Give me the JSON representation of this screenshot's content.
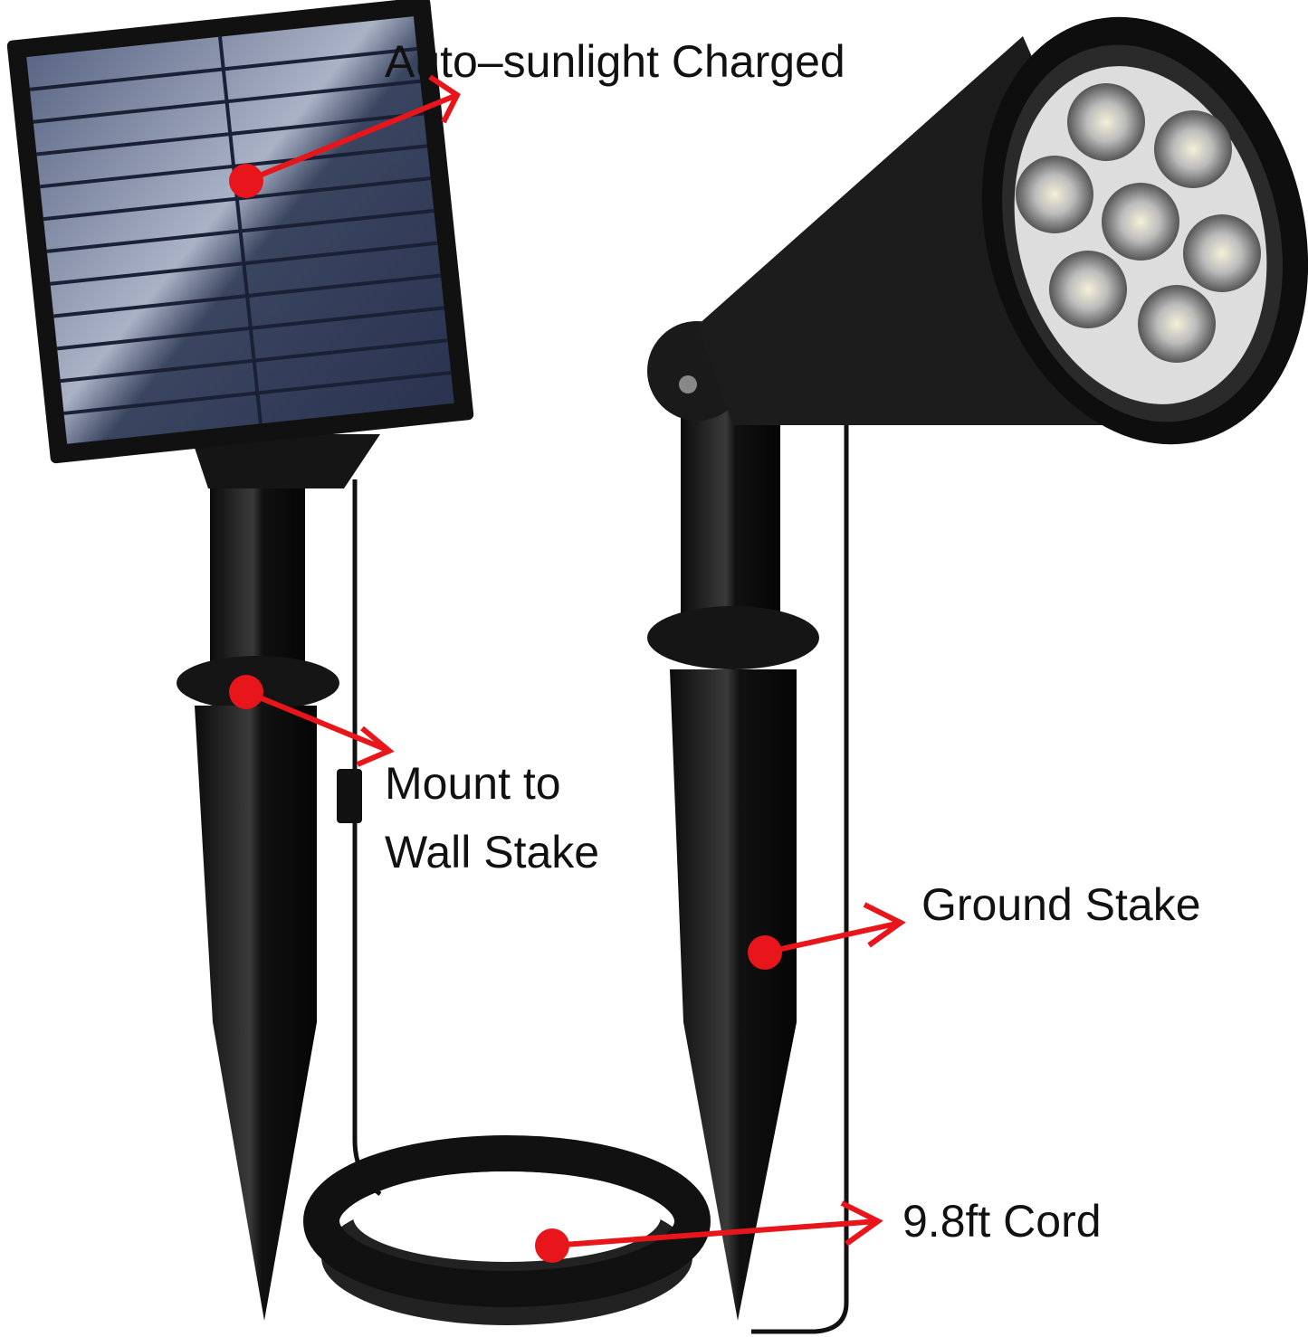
{
  "callouts": {
    "solar_panel": "Auto–sunlight Charged",
    "mount_line1": "Mount to",
    "mount_line2": "Wall Stake",
    "ground_stake": "Ground Stake",
    "cord": "9.8ft Cord"
  },
  "colors": {
    "callout_red": "#e8151b",
    "product_black": "#1a1a1a",
    "panel_blue": "#3a4560"
  }
}
